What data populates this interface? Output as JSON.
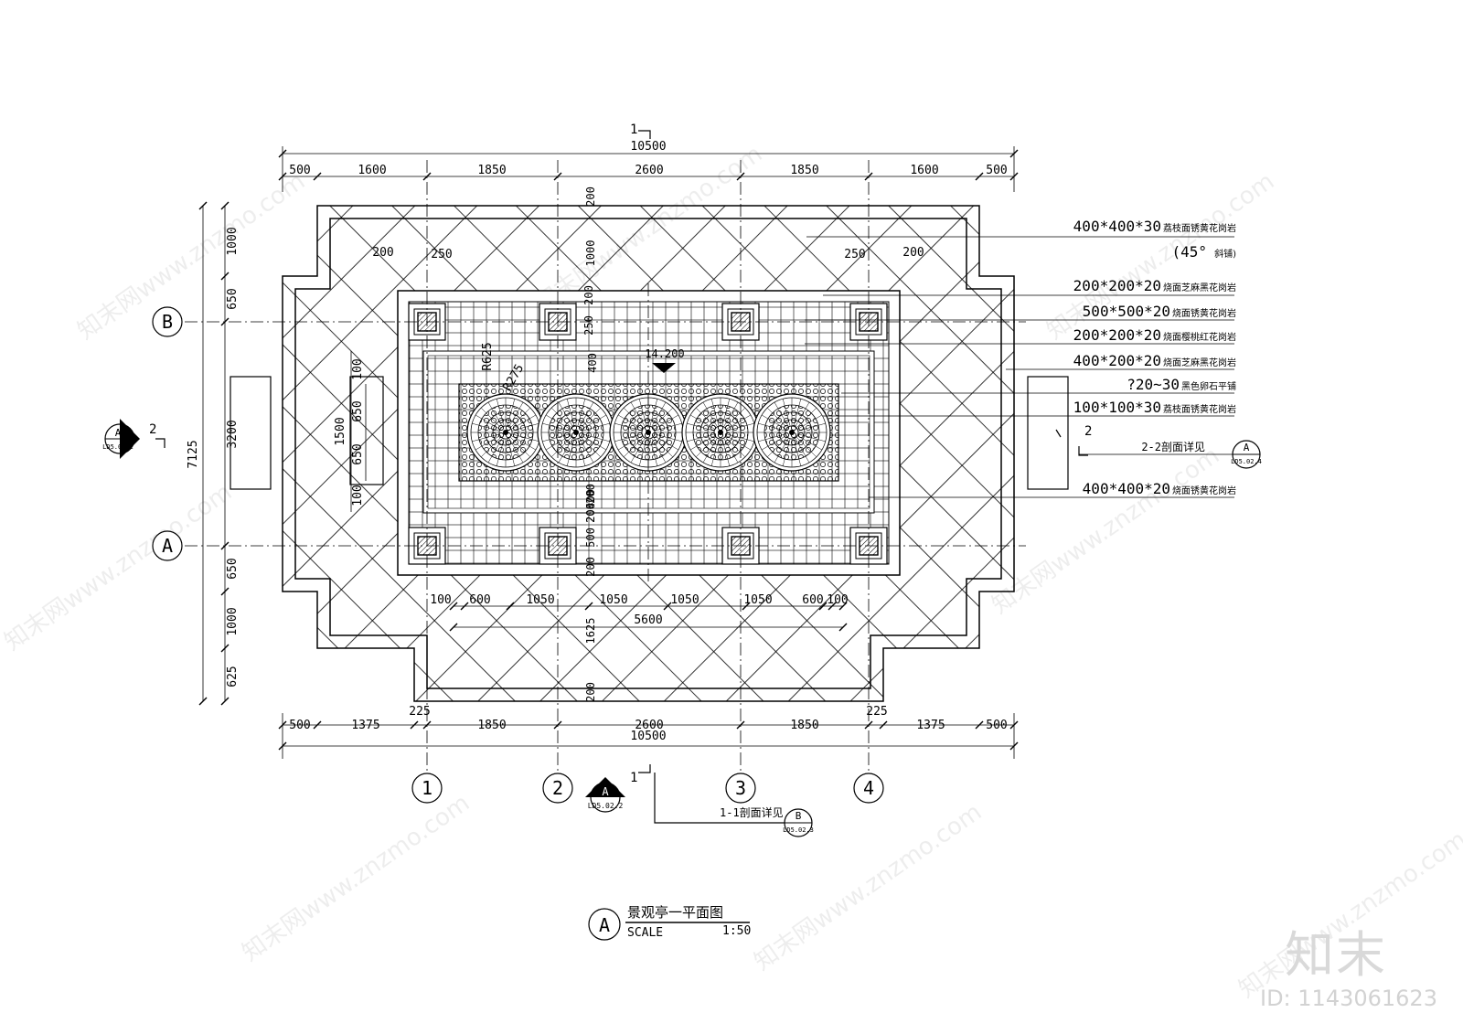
{
  "watermark": {
    "text": "知末网www.znzmo.com",
    "brand": "知末",
    "id_label": "ID: 1143061623"
  },
  "drawing": {
    "title": "景观亭一平面图",
    "title_circle": "A",
    "scale_label": "SCALE",
    "scale_value": "1:50",
    "elevation": "14.200",
    "radius_625": "R625",
    "radius_275": "R275"
  },
  "dimensions": {
    "top_overall": "10500",
    "top_segments": [
      "500",
      "1600",
      "1850",
      "2600",
      "1850",
      "1600",
      "500"
    ],
    "bottom_overall": "10500",
    "bottom_segments": [
      "500",
      "1375",
      "1850",
      "2600",
      "1850",
      "1375",
      "500"
    ],
    "bottom_225": "225",
    "left_overall": "7125",
    "left_segments": [
      "1000",
      "650",
      "3200",
      "650",
      "1000",
      "625"
    ],
    "inner_left": [
      "100",
      "650",
      "650",
      "100"
    ],
    "inner_left_1500": "1500",
    "inner_bottom": [
      "100",
      "600",
      "1050",
      "1050",
      "1050",
      "1050",
      "600",
      "100"
    ],
    "inner_bottom_total": "5600",
    "top_200": "200",
    "top_250": "250",
    "vertical_texts": [
      "200",
      "1000",
      "200",
      "250",
      "400",
      "200",
      "200",
      "400",
      "200",
      "500",
      "200",
      "1625",
      "200"
    ]
  },
  "grid": {
    "rows": [
      "B",
      "A"
    ],
    "cols": [
      "1",
      "2",
      "3",
      "4"
    ]
  },
  "sections": {
    "s1_number": "1",
    "s1_caption": "1-1剖面详见",
    "s1_ref_letter": "B",
    "s1_ref_sheet": "LD5.02.3",
    "s1_symbol_letter": "A",
    "s1_symbol_sheet": "LD5.02.2",
    "s2_number": "2",
    "s2_caption": "2-2剖面详见",
    "s2_ref_letter": "A",
    "s2_ref_sheet": "LD5.02.4",
    "s2_symbol_letter": "A",
    "s2_symbol_sheet": "LD5.02.2"
  },
  "materials": [
    {
      "spec": "400*400*30",
      "desc": "荔枝面锈黄花岗岩"
    },
    {
      "spec": "(45°",
      "desc": "斜铺)"
    },
    {
      "spec": "200*200*20",
      "desc": "烧面芝麻黑花岗岩"
    },
    {
      "spec": "500*500*20",
      "desc": "烧面锈黄花岗岩"
    },
    {
      "spec": "200*200*20",
      "desc": "烧面樱桃红花岗岩"
    },
    {
      "spec": "400*200*20",
      "desc": "烧面芝麻黑花岗岩"
    },
    {
      "spec": "?20~30",
      "desc": "黑色卵石平铺"
    },
    {
      "spec": "100*100*30",
      "desc": "荔枝面锈黄花岗岩"
    },
    {
      "spec": "400*400*20",
      "desc": "烧面锈黄花岗岩"
    }
  ]
}
